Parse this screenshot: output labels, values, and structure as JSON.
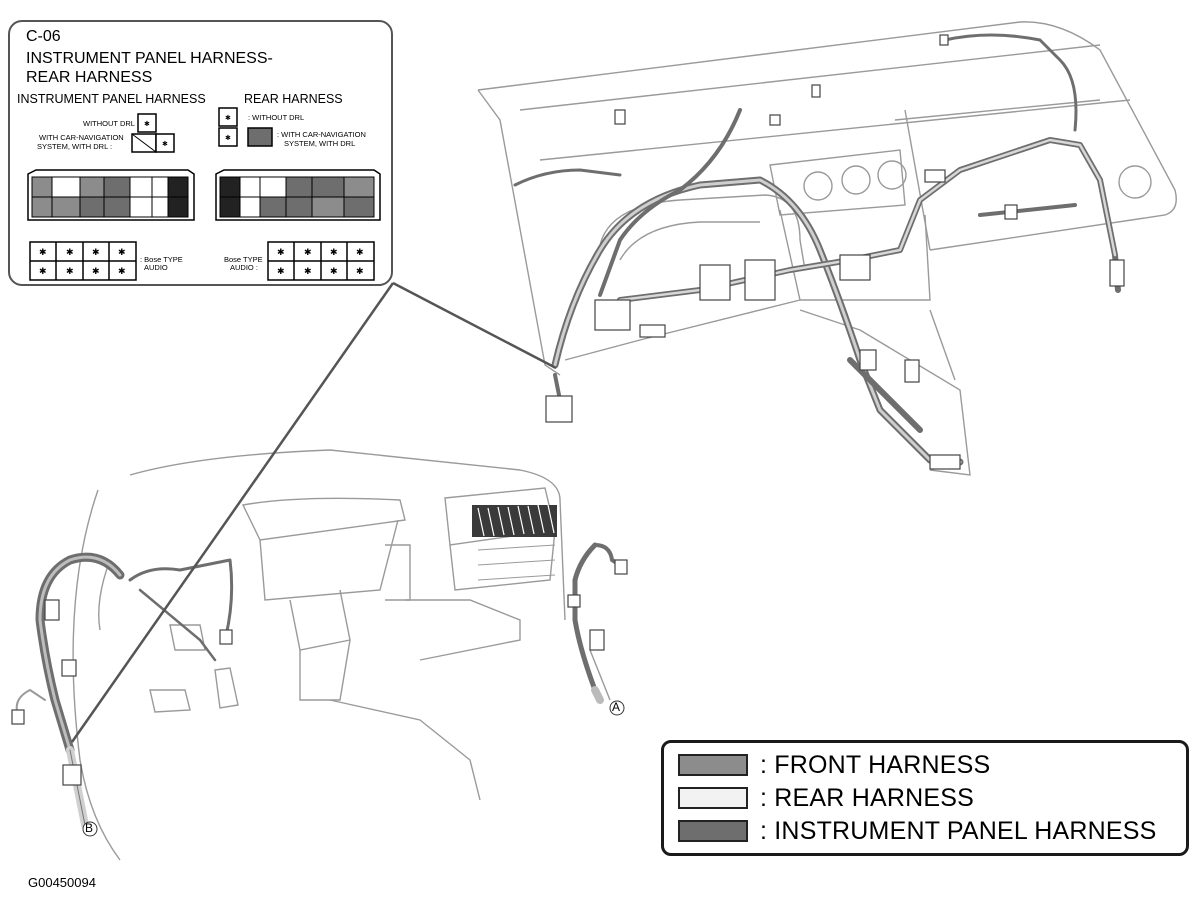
{
  "callout": {
    "code": "C-06",
    "title_line1": "INSTRUMENT PANEL HARNESS-",
    "title_line2": "REAR HARNESS",
    "left_heading": "INSTRUMENT PANEL HARNESS",
    "right_heading": "REAR HARNESS",
    "without_drl_left": "WITHOUT DRL :",
    "carnav_left_1": "WITH CAR-NAVIGATION",
    "carnav_left_2": "SYSTEM, WITH DRL :",
    "without_drl_right": ": WITHOUT DRL",
    "carnav_right_1": ": WITH CAR-NAVIGATION",
    "carnav_right_2": "SYSTEM, WITH DRL",
    "bose_left_1": ": Bose TYPE",
    "bose_left_2": "AUDIO",
    "bose_right_1": "Bose TYPE",
    "bose_right_2": "AUDIO :"
  },
  "legend": {
    "items": [
      {
        "label": ": FRONT HARNESS",
        "color": "#8c8c8c"
      },
      {
        "label": ": REAR HARNESS",
        "color": "#f2f2f2"
      },
      {
        "label": ": INSTRUMENT PANEL HARNESS",
        "color": "#6e6e6e"
      }
    ]
  },
  "markers": {
    "a": "A",
    "b": "B"
  },
  "figure_id": "G00450094"
}
